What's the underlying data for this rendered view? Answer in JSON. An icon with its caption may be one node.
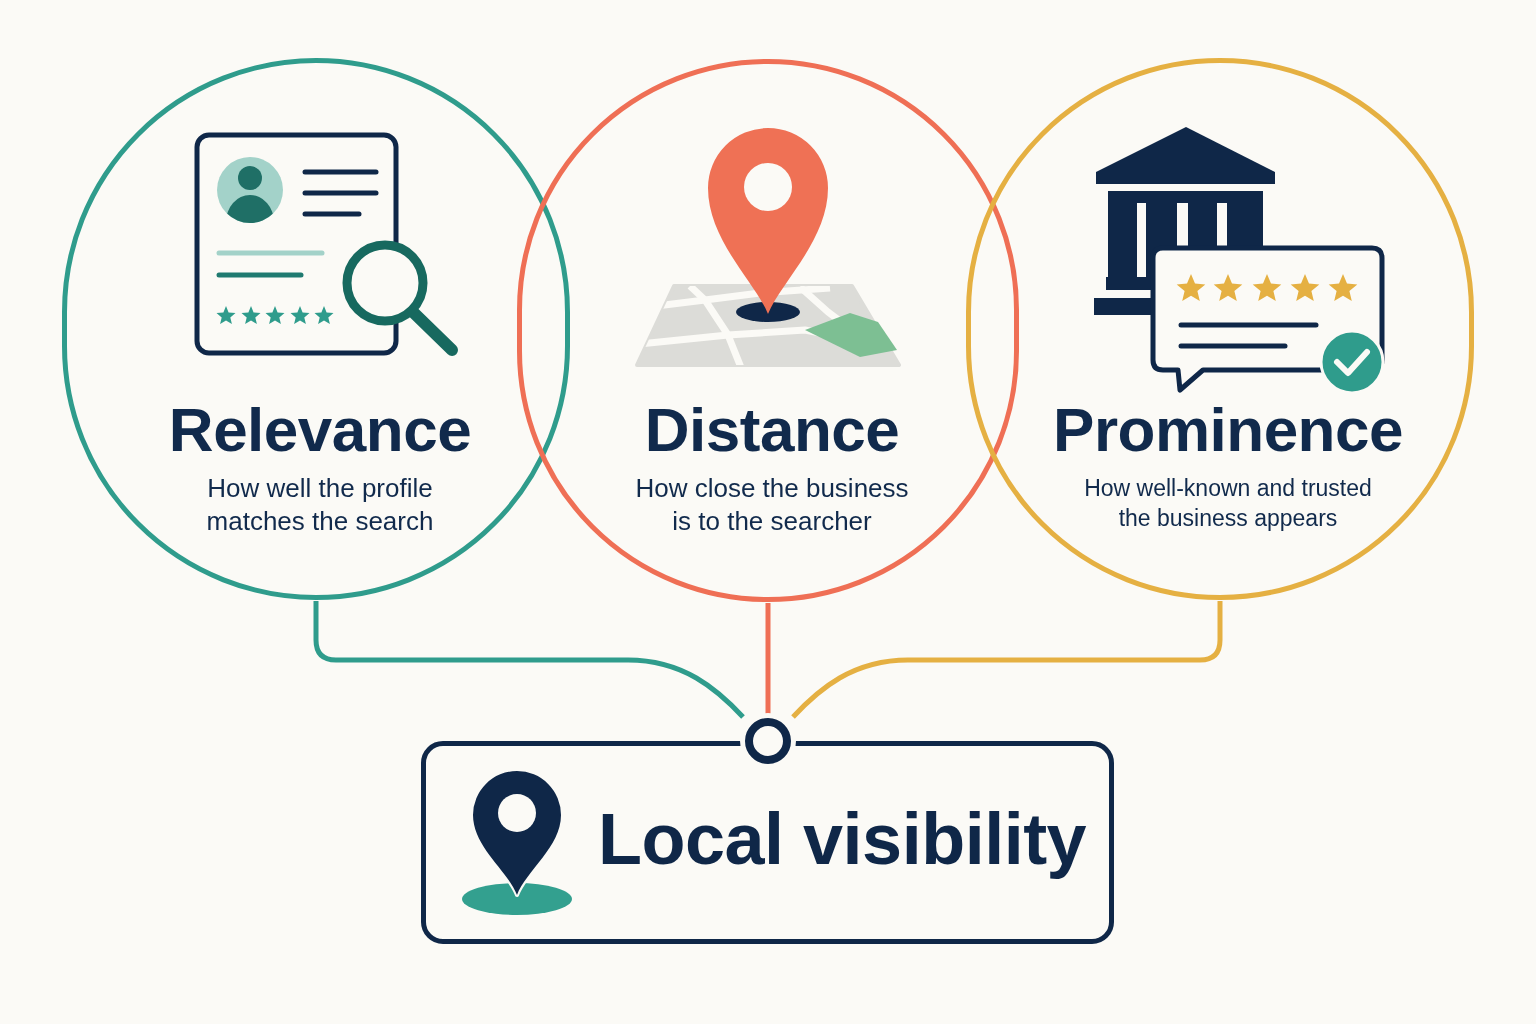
{
  "diagram": {
    "nodes": [
      {
        "text": [
          "Relevance",
          "How well the profile matches the search"
        ]
      },
      {
        "text": [
          "Distance",
          "How close the business is to the searcher"
        ]
      },
      {
        "text": [
          "Prominence",
          "How well-known and trusted the business appears"
        ]
      },
      {
        "text": [],
        "shape": "circle"
      },
      {
        "text": [
          "Local visibility"
        ]
      }
    ],
    "edges": [
      {
        "from": 0,
        "to": 3,
        "arrow": "none",
        "color": "#2f9c8c"
      },
      {
        "from": 1,
        "to": 3,
        "arrow": "none",
        "color": "#ef6f55"
      },
      {
        "from": 2,
        "to": 3,
        "arrow": "none",
        "color": "#e5b042"
      }
    ]
  }
}
